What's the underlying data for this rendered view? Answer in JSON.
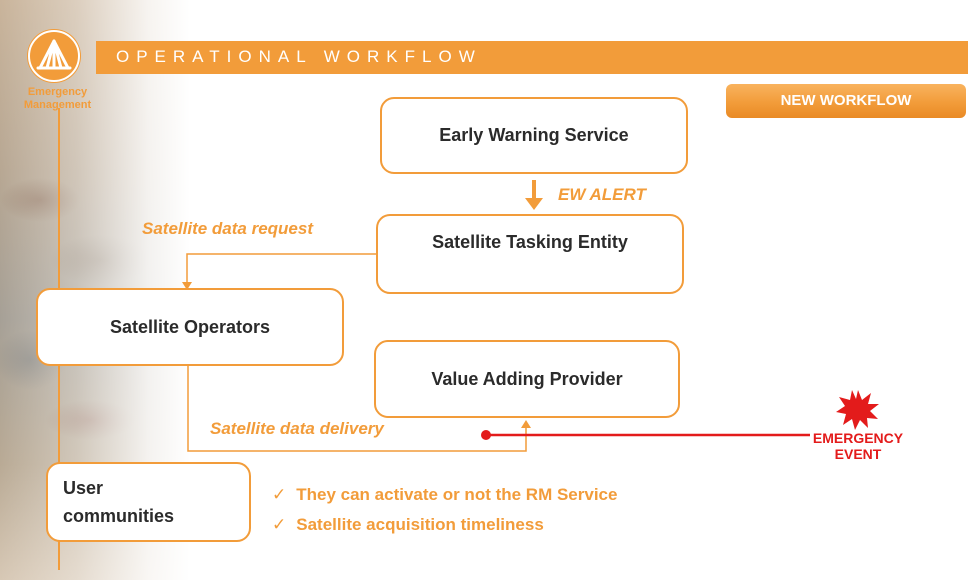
{
  "header": {
    "title": "OPERATIONAL WORKFLOW",
    "logo_caption_line1": "Emergency",
    "logo_caption_line2": "Management",
    "new_workflow_label": "NEW WORKFLOW"
  },
  "boxes": {
    "early_warning": "Early Warning Service",
    "satellite_tasking": "Satellite Tasking Entity",
    "satellite_operators": "Satellite Operators",
    "value_adding": "Value Adding Provider",
    "user_communities_line1": "User",
    "user_communities_line2": "communities"
  },
  "labels": {
    "ew_alert": "EW ALERT",
    "data_request": "Satellite data request",
    "data_delivery": "Satellite data delivery",
    "emergency_line1": "EMERGENCY",
    "emergency_line2": "EVENT"
  },
  "notes": [
    "They can activate or not the RM Service",
    "Satellite acquisition timeliness"
  ],
  "colors": {
    "accent": "#f29c3a",
    "emergency": "#e31b1b"
  }
}
